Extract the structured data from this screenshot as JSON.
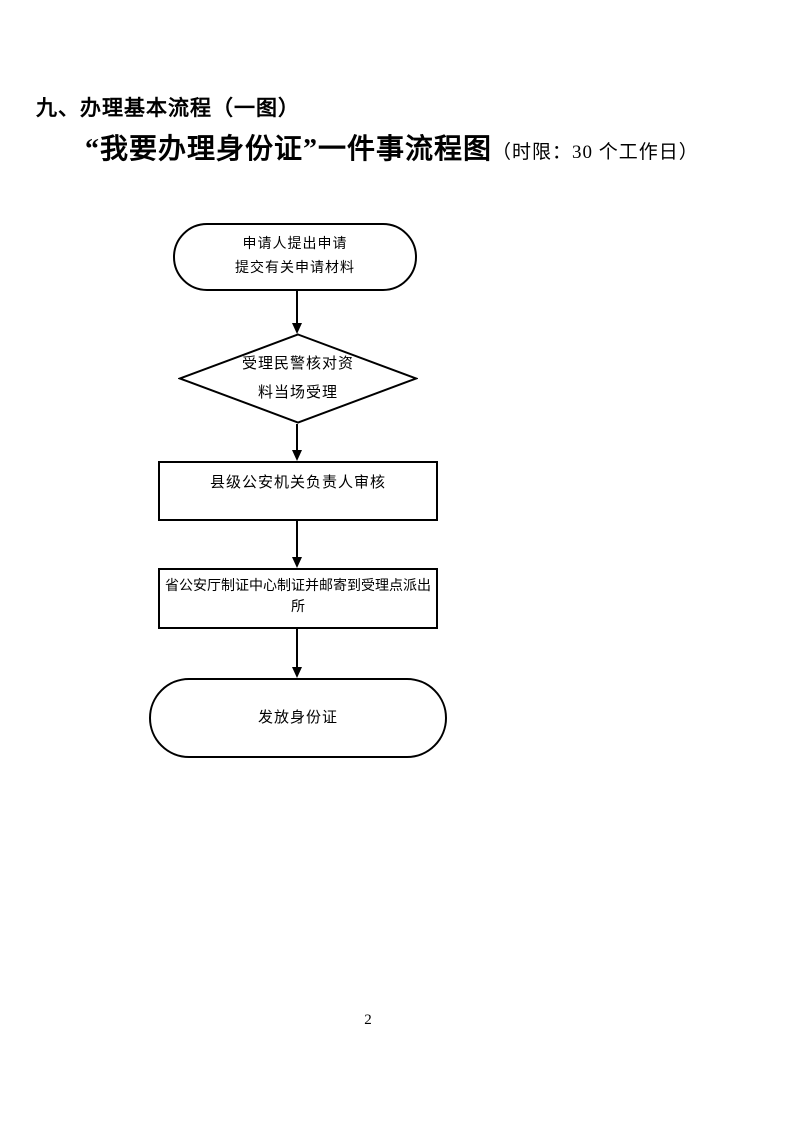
{
  "page": {
    "heading": "九、办理基本流程（一图）",
    "title_main": "“我要办理身份证”一件事流程图",
    "title_suffix": "（时限：30 个工作日）",
    "page_number": "2"
  },
  "flowchart": {
    "nodes": [
      {
        "id": "start",
        "type": "stadium",
        "lines": [
          "申请人提出申请",
          "提交有关申请材料"
        ]
      },
      {
        "id": "accept-check",
        "type": "diamond",
        "lines": [
          "受理民警核对资",
          "料当场受理"
        ]
      },
      {
        "id": "county-review",
        "type": "rect",
        "lines": [
          "县级公安机关负责人审核"
        ]
      },
      {
        "id": "provincial-produce-mail",
        "type": "rect",
        "lines": [
          "省公安厅制证中心制证并邮寄到受理点派出",
          "所"
        ]
      },
      {
        "id": "issue-card",
        "type": "stadium",
        "lines": [
          "发放身份证"
        ]
      }
    ],
    "edges": [
      {
        "from": "start",
        "to": "accept-check"
      },
      {
        "from": "accept-check",
        "to": "county-review"
      },
      {
        "from": "county-review",
        "to": "provincial-produce-mail"
      },
      {
        "from": "provincial-produce-mail",
        "to": "issue-card"
      }
    ]
  },
  "colors": {
    "ink": "#000000",
    "paper": "#ffffff"
  }
}
